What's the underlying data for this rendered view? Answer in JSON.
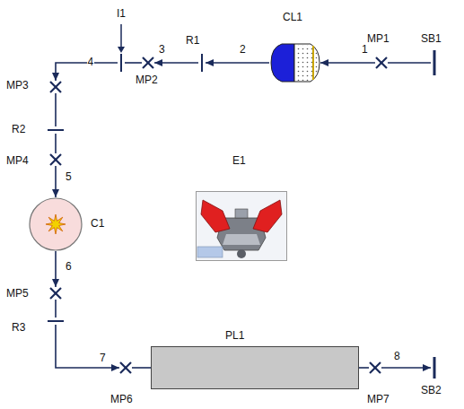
{
  "diagram": {
    "nodes": [
      {
        "text": [
          "SB1"
        ]
      },
      {
        "text": [
          "MP1"
        ]
      },
      {
        "text": [
          "CL1"
        ]
      },
      {
        "text": [
          "R1"
        ]
      },
      {
        "text": [
          "MP2"
        ]
      },
      {
        "text": [
          "I1"
        ]
      },
      {
        "text": [
          "MP3"
        ]
      },
      {
        "text": [
          "R2"
        ]
      },
      {
        "text": [
          "MP4"
        ]
      },
      {
        "text": [
          "C1"
        ]
      },
      {
        "text": [
          "MP5"
        ]
      },
      {
        "text": [
          "R3"
        ]
      },
      {
        "text": [
          "MP6"
        ]
      },
      {
        "text": [
          "PL1"
        ]
      },
      {
        "text": [
          "MP7"
        ]
      },
      {
        "text": [
          "SB2"
        ]
      },
      {
        "text": [
          "E1"
        ]
      }
    ],
    "edges": [
      {
        "from": 0,
        "to": 1,
        "arrow": "none"
      },
      {
        "from": 1,
        "to": 2,
        "label": "1",
        "arrow": "to"
      },
      {
        "from": 2,
        "to": 3,
        "label": "2",
        "arrow": "to"
      },
      {
        "from": 3,
        "to": 4,
        "label": "3",
        "arrow": "to"
      },
      {
        "from": 4,
        "to": 5,
        "arrow": "none"
      },
      {
        "from": 5,
        "to": 6,
        "label": "4",
        "arrow": "to"
      },
      {
        "from": 6,
        "to": 7,
        "arrow": "none"
      },
      {
        "from": 7,
        "to": 8,
        "arrow": "none"
      },
      {
        "from": 8,
        "to": 9,
        "label": "5",
        "arrow": "to"
      },
      {
        "from": 9,
        "to": 10,
        "label": "6",
        "arrow": "to"
      },
      {
        "from": 10,
        "to": 11,
        "arrow": "none"
      },
      {
        "from": 11,
        "to": 12,
        "label": "7",
        "arrow": "to"
      },
      {
        "from": 12,
        "to": 13,
        "arrow": "none"
      },
      {
        "from": 13,
        "to": 14,
        "arrow": "none"
      },
      {
        "from": 14,
        "to": 15,
        "label": "8",
        "arrow": "to"
      }
    ]
  }
}
